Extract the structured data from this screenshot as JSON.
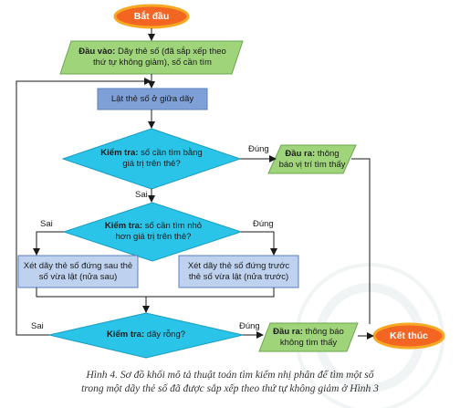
{
  "nodes": {
    "start": "Bắt đầu",
    "input_label": "Đầu vào:",
    "input_text": " Dãy thẻ số (đã sắp xếp theo thứ tự không giảm), số cần tìm",
    "flip_middle": "Lật thẻ số ở giữa dãy",
    "check1_label": "Kiểm tra:",
    "check1_text": " số cần tìm bằng giá trị trên thẻ?",
    "output_found_label": "Đầu ra:",
    "output_found_text": " thông báo vị trí tìm thấy",
    "check2_label": "Kiểm tra:",
    "check2_text": " số cần tìm nhỏ hơn giá trị trên thẻ?",
    "left_box": "Xét dãy thẻ số đứng sau thẻ số vừa lật (nửa sau)",
    "right_box": "Xét dãy thẻ số đứng trước thẻ số vừa lật (nửa trước)",
    "check3_label": "Kiểm tra:",
    "check3_text": " dãy rỗng?",
    "output_notfound_label": "Đầu ra:",
    "output_notfound_text": " thông báo không tìm thấy",
    "end": "Kết thúc"
  },
  "edge_labels": {
    "check1_yes": "Đúng",
    "check1_no": "Sai",
    "check2_no": "Sai",
    "check2_yes": "Đúng",
    "check3_no": "Sai",
    "check3_yes": "Đúng"
  },
  "caption": {
    "line1": "Hình 4. Sơ đồ khối mô tả thuật toán tìm kiếm nhị phân để tìm một số",
    "line2": "trong một dãy thẻ số đã được sắp xếp theo thứ tự không giảm ở Hình 3"
  },
  "colors": {
    "terminal": "#f26522",
    "terminal_stroke": "#f7a823",
    "io": "#9fd47a",
    "process": "#7fa0d6",
    "decision": "#29c4e8",
    "box": "#bed1ee",
    "line": "#1a1a1a"
  }
}
